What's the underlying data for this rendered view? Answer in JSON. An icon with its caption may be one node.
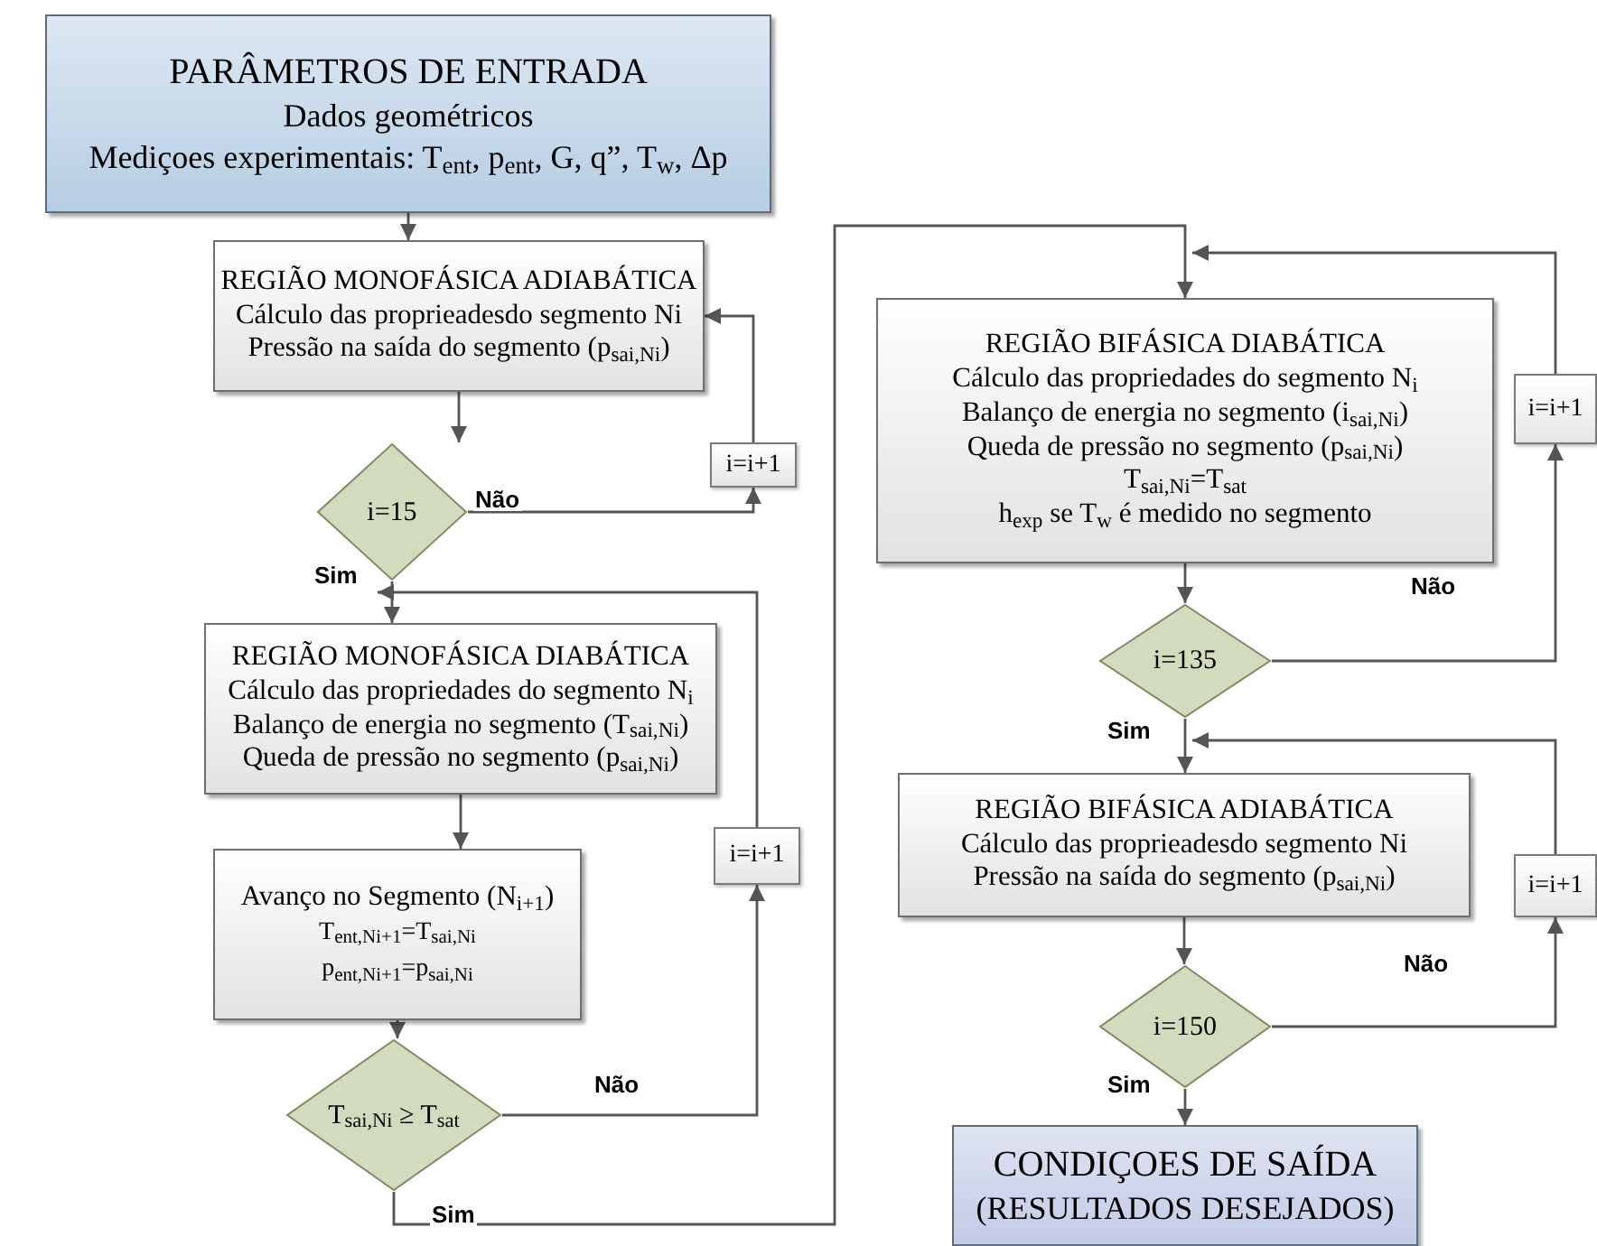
{
  "diagram": {
    "nodes": [
      {
        "text": [
          "PARÂMETROS DE ENTRADA",
          "Dados geométricos",
          "Mediçoes experimentais: T$_{ent}$, p$_{ent}$, G, q”, T$_{w}$, Δp"
        ]
      },
      {
        "text": [
          "REGIÃO MONOFÁSICA ADIABÁTICA",
          "Cálculo das proprieadesdo segmento Ni",
          "Pressão na saída do segmento (p$_{sai,Ni}$)"
        ]
      },
      {
        "text": [
          "i=15"
        ]
      },
      {
        "text": [
          "i=i+1"
        ]
      },
      {
        "text": [
          "REGIÃO MONOFÁSICA DIABÁTICA",
          "Cálculo das propriedades do segmento N$_{i}$",
          "Balanço de energia no segmento (T$_{sai,Ni}$)",
          "Queda de pressão no segmento (p$_{sai,Ni}$)"
        ]
      },
      {
        "text": [
          "Avanço no Segmento (N$_{i+1}$)",
          "T$_{ent,Ni+1}$=T$_{sai,Ni}$",
          "p$_{ent,Ni+1}$=p$_{sai,Ni}$"
        ]
      },
      {
        "text": [
          "T$_{sai,Ni}$ ≥ T$_{sat}$"
        ]
      },
      {
        "text": [
          "i=i+1"
        ]
      },
      {
        "text": [
          "REGIÃO BIFÁSICA DIABÁTICA",
          "Cálculo das propriedades do segmento N$_{i}$",
          "Balanço de energia no segmento (i$_{sai,Ni}$)",
          "Queda de pressão no segmento (p$_{sai,Ni}$)",
          "T$_{sai,Ni}$=T$_{sat}$",
          "h$_{exp}$ se T$_{w}$ é medido no segmento"
        ]
      },
      {
        "text": [
          "i=135"
        ]
      },
      {
        "text": [
          "i=i+1"
        ]
      },
      {
        "text": [
          "REGIÃO BIFÁSICA ADIABÁTICA",
          "Cálculo das proprieadesdo segmento Ni",
          "Pressão na saída do segmento (p$_{sai,Ni}$)"
        ]
      },
      {
        "text": [
          "i=i+1"
        ]
      },
      {
        "text": [
          "i=150"
        ]
      },
      {
        "text": [
          "CONDIÇOES DE SAÍDA",
          "(RESULTADOS DESEJADOS)"
        ]
      }
    ],
    "edges": [
      {
        "from": 0,
        "to": 1,
        "arrow": "to"
      },
      {
        "from": 1,
        "to": 2,
        "arrow": "to"
      },
      {
        "from": 2,
        "to": 3,
        "arrow": "to",
        "label": "Não"
      },
      {
        "from": 3,
        "to": 1,
        "arrow": "to"
      },
      {
        "from": 2,
        "to": 4,
        "arrow": "to",
        "label": "Sim"
      },
      {
        "from": 4,
        "to": 5,
        "arrow": "to"
      },
      {
        "from": 5,
        "to": 6,
        "arrow": "to"
      },
      {
        "from": 6,
        "to": 7,
        "arrow": "to",
        "label": "Não"
      },
      {
        "from": 7,
        "to": 4,
        "arrow": "to"
      },
      {
        "from": 6,
        "to": 8,
        "arrow": "to",
        "label": "Sim"
      },
      {
        "from": 8,
        "to": 9,
        "arrow": "to"
      },
      {
        "from": 9,
        "to": 10,
        "arrow": "to",
        "label": "Não"
      },
      {
        "from": 10,
        "to": 8,
        "arrow": "to"
      },
      {
        "from": 9,
        "to": 11,
        "arrow": "to",
        "label": "Sim"
      },
      {
        "from": 11,
        "to": 13,
        "arrow": "to"
      },
      {
        "from": 13,
        "to": 12,
        "arrow": "to",
        "label": "Não"
      },
      {
        "from": 12,
        "to": 11,
        "arrow": "to"
      },
      {
        "from": 13,
        "to": 14,
        "arrow": "to",
        "label": "Sim"
      }
    ]
  }
}
